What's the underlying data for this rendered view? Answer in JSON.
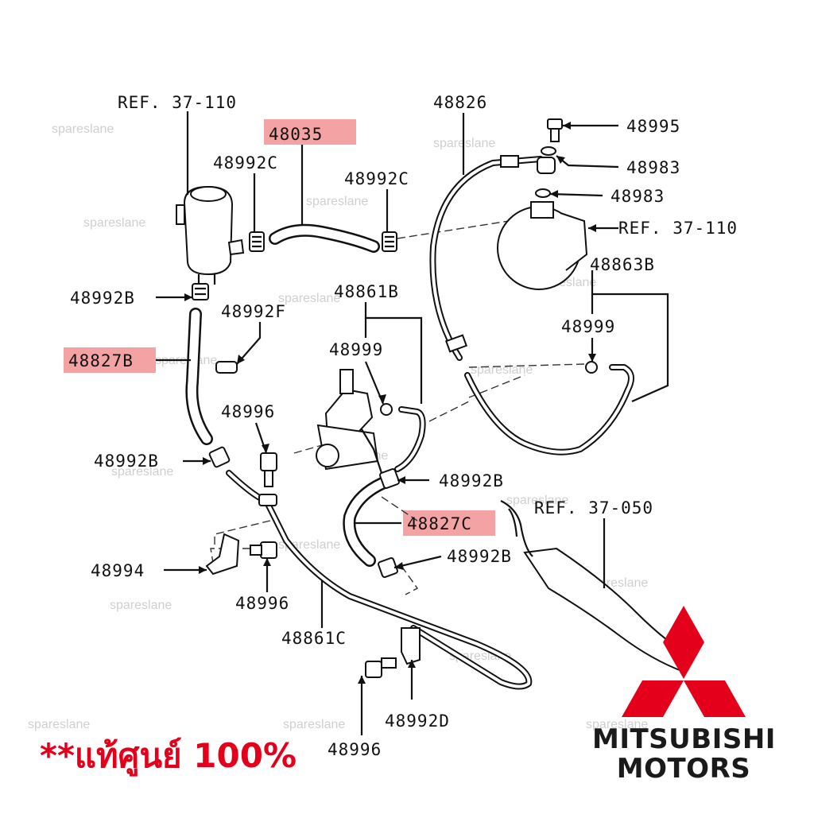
{
  "labels": {
    "ref_37_110_top": "REF. 37-110",
    "p48035": "48035",
    "p48992c_left": "48992C",
    "p48992c_right": "48992C",
    "p48826": "48826",
    "p48995": "48995",
    "p48983_top": "48983",
    "p48983_bottom": "48983",
    "ref_37_110_right": "REF. 37-110",
    "p48863b": "48863B",
    "p48999_right": "48999",
    "p48992b_1": "48992B",
    "p48861b": "48861B",
    "p48992f": "48992F",
    "p48827b": "48827B",
    "p48999_mid": "48999",
    "p48996_top": "48996",
    "p48992b_2": "48992B",
    "p48992b_3": "48992B",
    "ref_37_050": "REF. 37-050",
    "p48827c": "48827C",
    "p48992b_4": "48992B",
    "p48994": "48994",
    "p48996_mid": "48996",
    "p48861c": "48861C",
    "p48992d": "48992D",
    "p48996_bottom": "48996"
  },
  "watermark": "spareslane",
  "promo_text": "**แท้ศูนย์ 100%",
  "brand": {
    "line1": "MITSUBISHI",
    "line2": "MOTORS",
    "logo_color": "#e4001b"
  },
  "colors": {
    "highlight": "#f3a3a3",
    "promo": "#e4001b"
  }
}
